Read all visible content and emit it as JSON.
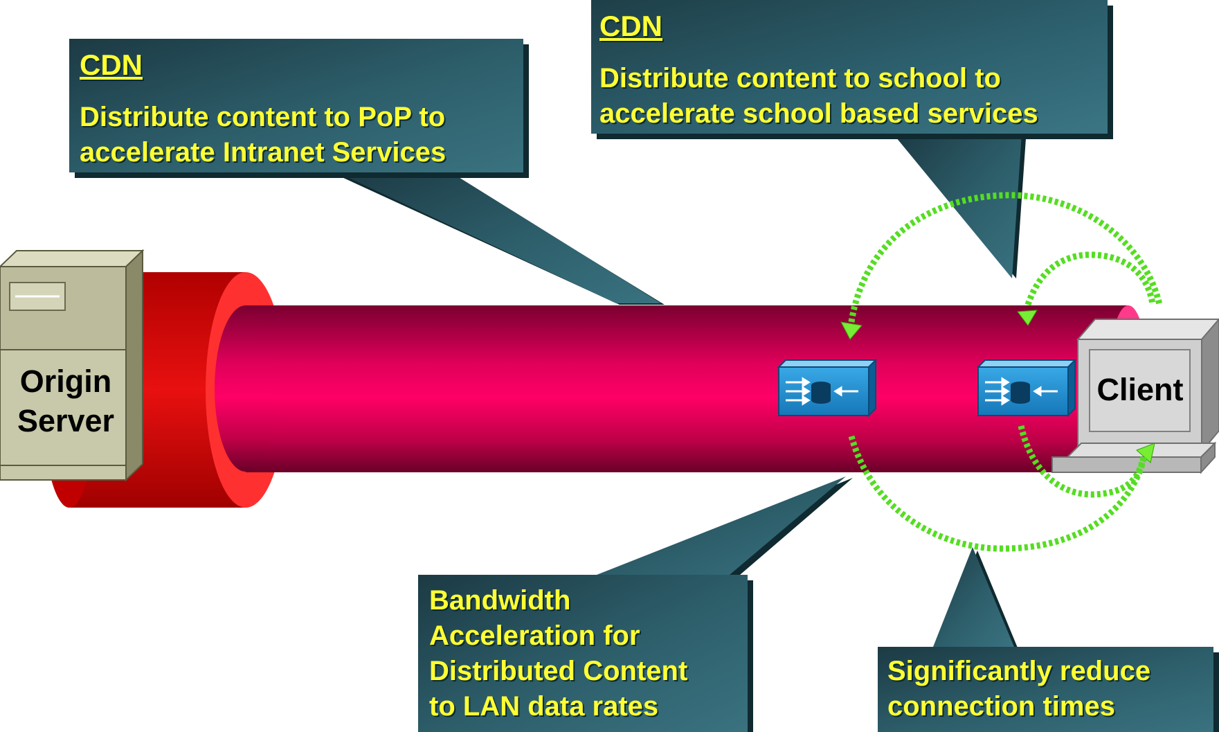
{
  "callouts": {
    "pop": {
      "heading": "CDN",
      "line1": "Distribute content to PoP to",
      "line2": "accelerate Intranet Services"
    },
    "school": {
      "heading": "CDN",
      "line1": "Distribute content to school to",
      "line2": "accelerate school based services"
    },
    "bandwidth": {
      "line1": "Bandwidth",
      "line2": "Acceleration for",
      "line3": "Distributed Content",
      "line4": "to LAN data rates"
    },
    "connection": {
      "line1": "Significantly reduce",
      "line2": "connection times"
    }
  },
  "devices": {
    "origin_server": {
      "line1": "Origin",
      "line2": "Server"
    },
    "client": {
      "label": "Client"
    }
  },
  "colors": {
    "callout_fill": "#2a5a66",
    "callout_text": "#ffff33",
    "pipe": "#d4004f",
    "pipe_end": "#ff2a2a",
    "dotted_arrow": "#66ee33",
    "cache_engine": "#1f8fd0"
  },
  "icons": [
    "server-icon",
    "client-computer-icon",
    "content-engine-icon",
    "dotted-circular-arrow-icon"
  ]
}
